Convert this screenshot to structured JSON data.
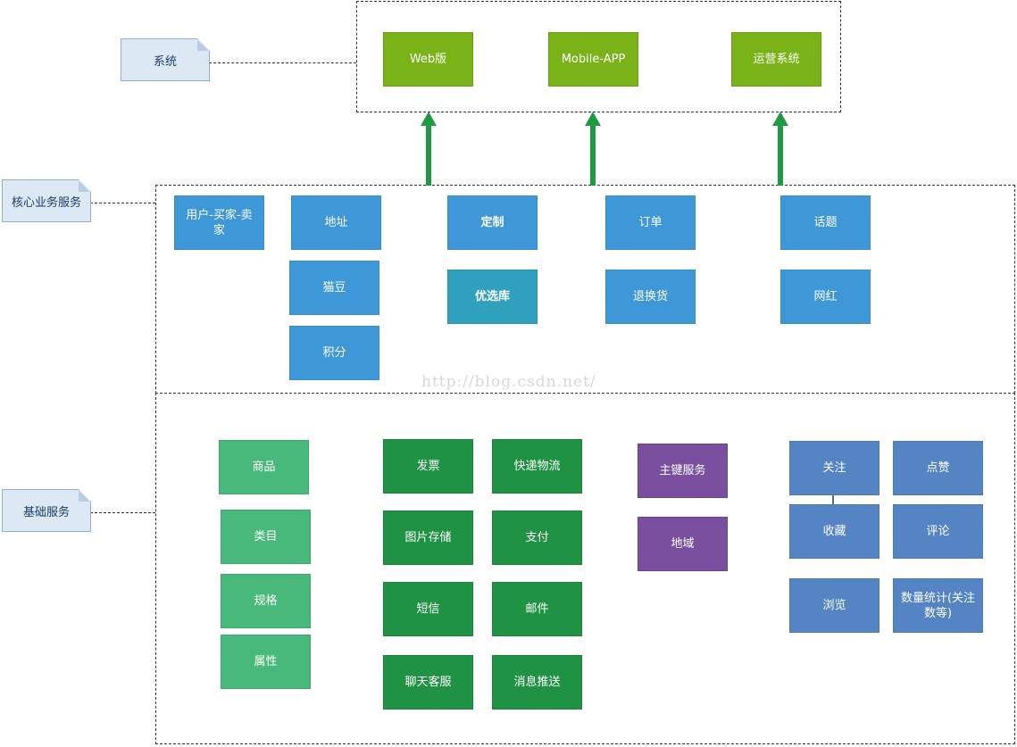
{
  "notes": {
    "system": "系统",
    "core": "核心业务服务",
    "base": "基础服务"
  },
  "system_layer": {
    "web": "Web版",
    "mobile": "Mobile-APP",
    "ops": "运营系统"
  },
  "core_layer": {
    "user": "用户-买家-卖家",
    "address": "地址",
    "maodou": "猫豆",
    "points": "积分",
    "custom": "定制",
    "selection": "优选库",
    "order": "订单",
    "return": "退换货",
    "topic": "话题",
    "influencer": "网红"
  },
  "base_layer": {
    "product": "商品",
    "category": "类目",
    "spec": "规格",
    "attribute": "属性",
    "invoice": "发票",
    "express": "快递物流",
    "image_storage": "图片存储",
    "payment": "支付",
    "sms": "短信",
    "mail": "邮件",
    "chat_service": "聊天客服",
    "push": "消息推送",
    "primary_key": "主键服务",
    "region": "地域",
    "follow": "关注",
    "like": "点赞",
    "favorite": "收藏",
    "comment": "评论",
    "browse": "浏览",
    "stats": "数量统计(关注数等)"
  },
  "watermark": "http://blog.csdn.net/",
  "colors": {
    "system_green": "#7ab317",
    "core_blue": "#3e98d8",
    "core_teal": "#2fa1bf",
    "base_mint": "#48b97b",
    "base_green": "#209243",
    "base_purple": "#7a4f9f",
    "base_steel": "#5584c4",
    "arrow_green": "#1f9a44",
    "note_bg": "#dde8f5"
  }
}
